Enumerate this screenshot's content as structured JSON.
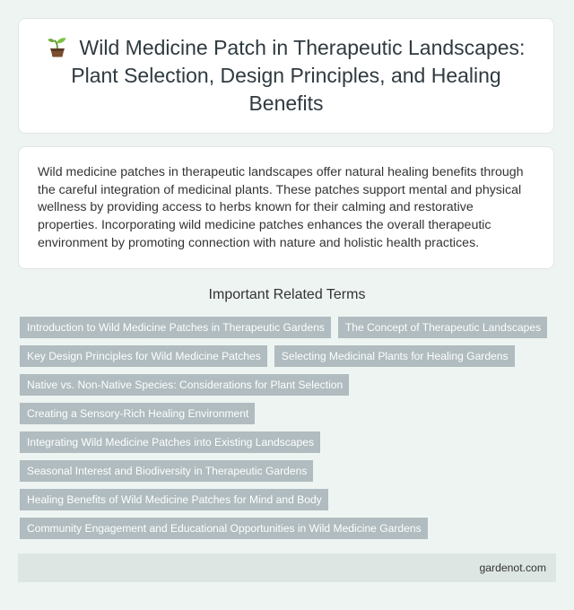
{
  "header": {
    "icon": "sprout-icon",
    "title": "Wild Medicine Patch in Therapeutic Landscapes: Plant Selection, Design Principles, and Healing Benefits"
  },
  "summary": {
    "text": "Wild medicine patches in therapeutic landscapes offer natural healing benefits through the careful integration of medicinal plants. These patches support mental and physical wellness by providing access to herbs known for their calming and restorative properties. Incorporating wild medicine patches enhances the overall therapeutic environment by promoting connection with nature and holistic health practices."
  },
  "related": {
    "heading": "Important Related Terms",
    "terms": [
      "Introduction to Wild Medicine Patches in Therapeutic Gardens",
      "The Concept of Therapeutic Landscapes",
      "Key Design Principles for Wild Medicine Patches",
      "Selecting Medicinal Plants for Healing Gardens",
      "Native vs. Non-Native Species: Considerations for Plant Selection",
      "Creating a Sensory-Rich Healing Environment",
      "Integrating Wild Medicine Patches into Existing Landscapes",
      "Seasonal Interest and Biodiversity in Therapeutic Gardens",
      "Healing Benefits of Wild Medicine Patches for Mind and Body",
      "Community Engagement and Educational Opportunities in Wild Medicine Gardens"
    ]
  },
  "footer": {
    "site": "gardenot.com"
  },
  "colors": {
    "background": "#eef4f2",
    "tag": "#b0bcbf",
    "footer": "#dde6e3"
  }
}
